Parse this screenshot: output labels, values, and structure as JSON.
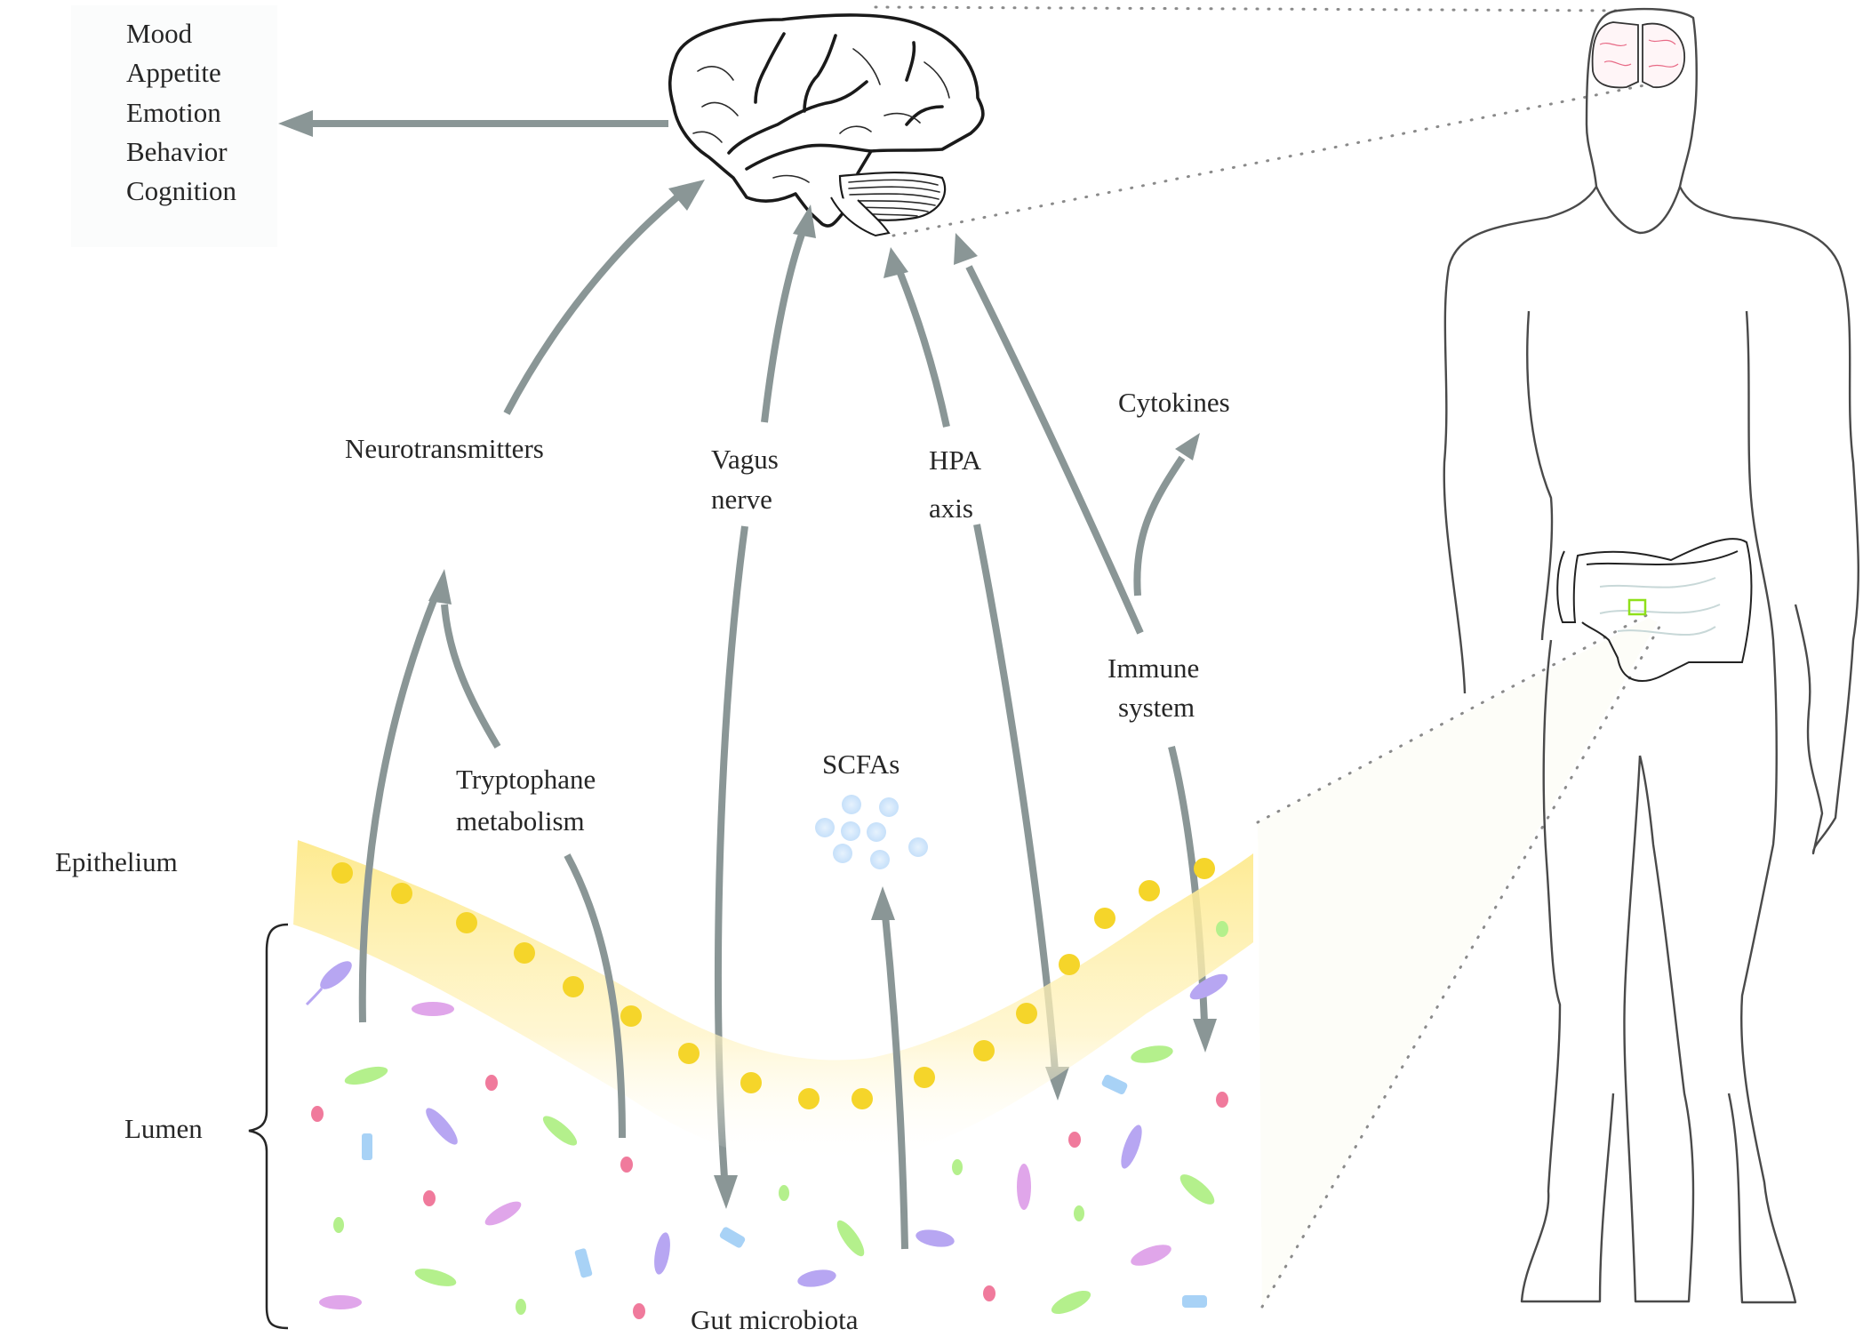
{
  "figure": {
    "title": "Gut-brain axis",
    "outcomes": {
      "items": [
        "Mood",
        "Appetite",
        "Emotion",
        "Behavior",
        "Cognition"
      ]
    },
    "pathways": {
      "neurotransmitters": "Neurotransmitters",
      "vagus": [
        "Vagus",
        "nerve"
      ],
      "hpa": [
        "HPA",
        "axis"
      ],
      "cytokines": "Cytokines",
      "immune": [
        "Immune",
        "system"
      ],
      "tryptophane": [
        "Tryptophane",
        "metabolism"
      ],
      "scfas": "SCFAs"
    },
    "regions": {
      "epithelium": "Epithelium",
      "lumen": "Lumen",
      "microbiota": "Gut microbiota"
    },
    "colors": {
      "arrow": "#8a9696",
      "epithelium": "#fde98a",
      "nucleus": "#f5d52a",
      "scfa": "#cfe6fb",
      "microbe_green": "#b4f08c",
      "microbe_pink": "#f07a9c",
      "microbe_purple": "#b7a6f2",
      "microbe_magenta": "#e0a6ea",
      "microbe_blue": "#a8d2f6",
      "highlight_box": "#8fe01a",
      "brain_vessels": "#e86a86"
    },
    "icons": {
      "brain": "brain-illustration",
      "body": "human-body-outline",
      "intestine": "intestine-illustration"
    }
  }
}
